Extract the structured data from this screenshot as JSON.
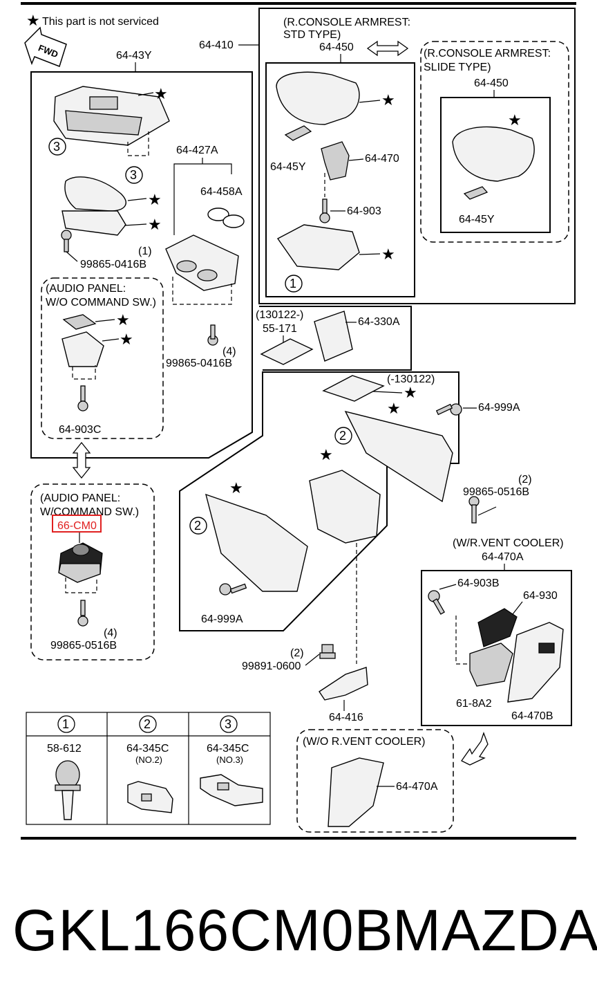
{
  "legend_note": "This part is not serviced",
  "fwd_label": "FWD",
  "labels": {
    "p64_410": "64-410",
    "armrest_std": "(R.CONSOLE ARMREST:",
    "armrest_std2": "STD TYPE)",
    "p64_450": "64-450",
    "armrest_slide": "(R.CONSOLE ARMREST:",
    "armrest_slide2": "SLIDE TYPE)",
    "p64_450b": "64-450",
    "p64_45Y": "64-45Y",
    "p64_470": "64-470",
    "p64_903": "64-903",
    "p64_45Yb": "64-45Y",
    "p64_43Y": "64-43Y",
    "p64_427A": "64-427A",
    "p64_458A": "64-458A",
    "p99865_0416B": "99865-0416B",
    "qty1": "(1)",
    "audio_wo": "(AUDIO PANEL:",
    "audio_wo2": "W/O COMMAND SW.)",
    "p64_903C": "64-903C",
    "p99865_0416B_2": "99865-0416B",
    "qty4": "(4)",
    "date_from": "(130122-)",
    "p55_171": "55-171",
    "p64_330A": "64-330A",
    "date_to": "(-130122)",
    "p64_999A": "64-999A",
    "p99865_0516B": "99865-0516B",
    "qty2": "(2)",
    "audio_w": "(AUDIO PANEL:",
    "audio_w2": "W/COMMAND SW.)",
    "p66_CM0": "66-CM0",
    "p99865_0516B_2": "99865-0516B",
    "qty4b": "(4)",
    "p64_999A_2": "64-999A",
    "vent_w": "(W/R.VENT COOLER)",
    "p64_470A": "64-470A",
    "p64_903B": "64-903B",
    "p64_930": "64-930",
    "p61_8A2": "61-8A2",
    "p64_470B": "64-470B",
    "p99891_0600": "99891-0600",
    "qty2b": "(2)",
    "p64_416": "64-416",
    "vent_wo": "(W/O R.VENT COOLER)",
    "p64_470A_2": "64-470A"
  },
  "table": {
    "headers": [
      "1",
      "2",
      "3"
    ],
    "parts": [
      "58-612",
      "64-345C",
      "64-345C"
    ],
    "notes": [
      "",
      "(NO.2)",
      "(NO.3)"
    ]
  },
  "callouts": {
    "c1": "1",
    "c2": "2",
    "c3": "3"
  },
  "footer": {
    "part_number": "GKL166CM0B",
    "brand": "MAZDA"
  }
}
